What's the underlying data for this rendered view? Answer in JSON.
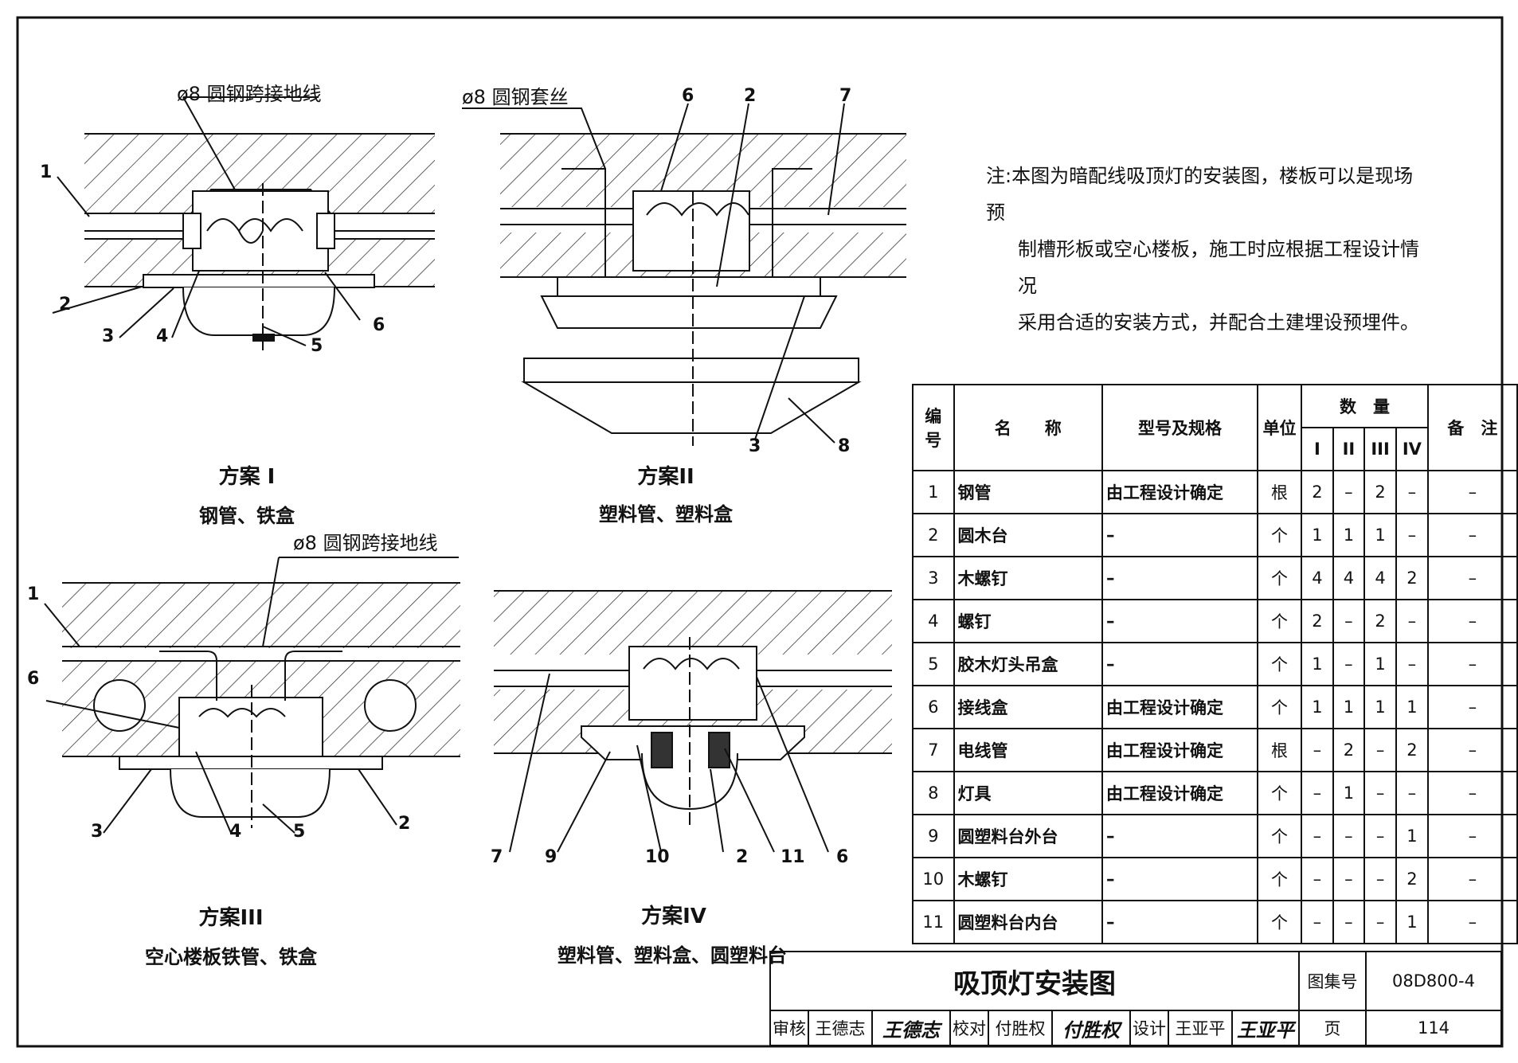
{
  "drawing_title": "吸顶灯安装图",
  "atlas_label": "图集号",
  "atlas_no": "08D800-4",
  "page_label": "页",
  "page_no": "114",
  "note": {
    "line1": "注:本图为暗配线吸顶灯的安装图，楼板可以是现场预",
    "line2": "制槽形板或空心楼板，施工时应根据工程设计情况",
    "line3": "采用合适的安装方式，并配合土建埋设预埋件。"
  },
  "schemes": {
    "s1": {
      "title": "方案 I",
      "subtitle": "钢管、铁盒",
      "rod_label": "ø8 圆钢跨接地线"
    },
    "s2": {
      "title": "方案II",
      "subtitle": "塑料管、塑料盒",
      "rod_label": "ø8 圆钢套丝"
    },
    "s3": {
      "title": "方案III",
      "subtitle": "空心楼板铁管、铁盒",
      "rod_label": "ø8 圆钢跨接地线"
    },
    "s4": {
      "title": "方案IV",
      "subtitle": "塑料管、塑料盒、圆塑料台"
    }
  },
  "callouts": {
    "s1": [
      "1",
      "2",
      "3",
      "4",
      "5",
      "6"
    ],
    "s2": [
      "6",
      "2",
      "7",
      "3",
      "8"
    ],
    "s3": [
      "1",
      "6",
      "3",
      "4",
      "5",
      "2"
    ],
    "s4": [
      "7",
      "9",
      "10",
      "2",
      "11",
      "6"
    ]
  },
  "signatures": {
    "review_label": "审核",
    "review_name": "王德志",
    "review_sign": "王德志",
    "check_label": "校对",
    "check_name": "付胜权",
    "check_sign": "付胜权",
    "design_label": "设计",
    "design_name": "王亚平",
    "design_sign": "王亚平"
  },
  "bom": {
    "headers": {
      "no": "编号",
      "name": "名　　称",
      "spec": "型号及规格",
      "unit": "单位",
      "qty": "数　量",
      "remark": "备　注"
    },
    "qty_cols": [
      "I",
      "II",
      "III",
      "IV"
    ],
    "rows": [
      {
        "no": "1",
        "name": "钢管",
        "spec": "由工程设计确定",
        "unit": "根",
        "q": [
          "2",
          "–",
          "2",
          "–"
        ],
        "remark": "–"
      },
      {
        "no": "2",
        "name": "圆木台",
        "spec": "–",
        "unit": "个",
        "q": [
          "1",
          "1",
          "1",
          "–"
        ],
        "remark": "–"
      },
      {
        "no": "3",
        "name": "木螺钉",
        "spec": "–",
        "unit": "个",
        "q": [
          "4",
          "4",
          "4",
          "2"
        ],
        "remark": "–"
      },
      {
        "no": "4",
        "name": "螺钉",
        "spec": "–",
        "unit": "个",
        "q": [
          "2",
          "–",
          "2",
          "–"
        ],
        "remark": "–"
      },
      {
        "no": "5",
        "name": "胶木灯头吊盒",
        "spec": "–",
        "unit": "个",
        "q": [
          "1",
          "–",
          "1",
          "–"
        ],
        "remark": "–"
      },
      {
        "no": "6",
        "name": "接线盒",
        "spec": "由工程设计确定",
        "unit": "个",
        "q": [
          "1",
          "1",
          "1",
          "1"
        ],
        "remark": "–"
      },
      {
        "no": "7",
        "name": "电线管",
        "spec": "由工程设计确定",
        "unit": "根",
        "q": [
          "–",
          "2",
          "–",
          "2"
        ],
        "remark": "–"
      },
      {
        "no": "8",
        "name": "灯具",
        "spec": "由工程设计确定",
        "unit": "个",
        "q": [
          "–",
          "1",
          "–",
          "–"
        ],
        "remark": "–"
      },
      {
        "no": "9",
        "name": "圆塑料台外台",
        "spec": "–",
        "unit": "个",
        "q": [
          "–",
          "–",
          "–",
          "1"
        ],
        "remark": "–"
      },
      {
        "no": "10",
        "name": "木螺钉",
        "spec": "–",
        "unit": "个",
        "q": [
          "–",
          "–",
          "–",
          "2"
        ],
        "remark": "–"
      },
      {
        "no": "11",
        "name": "圆塑料台内台",
        "spec": "–",
        "unit": "个",
        "q": [
          "–",
          "–",
          "–",
          "1"
        ],
        "remark": "–"
      }
    ]
  }
}
